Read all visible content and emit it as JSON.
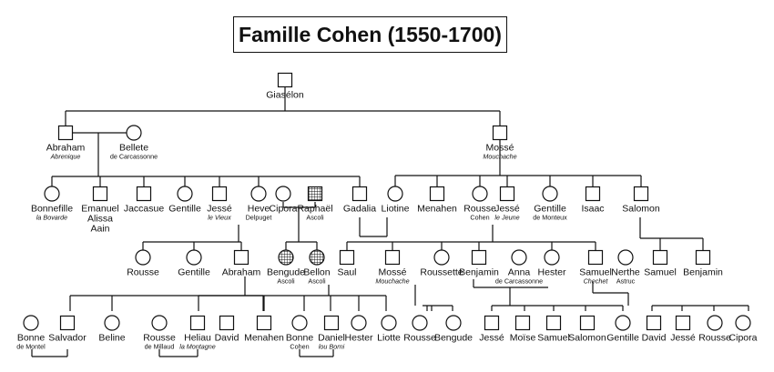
{
  "title": "Famille Cohen (1550-1700)",
  "people": [
    {
      "id": "p1",
      "sex": "m",
      "name": "Giasélon"
    },
    {
      "id": "p2",
      "sex": "m",
      "name": "Abraham",
      "sub": "Abrenique",
      "sub_style": "italic"
    },
    {
      "id": "p3",
      "sex": "f",
      "name": "Bellete",
      "sub": "de Carcassonne",
      "sub_style": "normal"
    },
    {
      "id": "p4",
      "sex": "m",
      "name": "Mossé",
      "sub": "Mouchache",
      "sub_style": "italic"
    },
    {
      "id": "p5",
      "sex": "f",
      "name": "Bonnefille",
      "sub": "la Bovarde",
      "sub_style": "italic"
    },
    {
      "id": "p6",
      "sex": "m",
      "name": "Emanuel",
      "extra": [
        "Alissa",
        "Aain"
      ]
    },
    {
      "id": "p7",
      "sex": "m",
      "name": "Jaccasue"
    },
    {
      "id": "p8",
      "sex": "f",
      "name": "Gentille"
    },
    {
      "id": "p9",
      "sex": "m",
      "name": "Jessé",
      "sub": "le Vieux",
      "sub_style": "italic"
    },
    {
      "id": "p10",
      "sex": "f",
      "name": "Heve",
      "sub": "Delpuget",
      "sub_style": "normal"
    },
    {
      "id": "p11",
      "sex": "f",
      "name": "Cipora"
    },
    {
      "id": "p12",
      "sex": "m",
      "name": "Raphaël",
      "sub": "Ascoli",
      "sub_style": "normal",
      "hatch": true
    },
    {
      "id": "p13",
      "sex": "m",
      "name": "Gadalia"
    },
    {
      "id": "p14",
      "sex": "f",
      "name": "Liotine"
    },
    {
      "id": "p15",
      "sex": "m",
      "name": "Menahen"
    },
    {
      "id": "p16",
      "sex": "f",
      "name": "Rousse",
      "sub": "Cohen",
      "sub_style": "normal"
    },
    {
      "id": "p17",
      "sex": "m",
      "name": "Jessé",
      "sub": "le Jeune",
      "sub_style": "italic"
    },
    {
      "id": "p18",
      "sex": "f",
      "name": "Gentille",
      "sub": "de Monteux",
      "sub_style": "normal"
    },
    {
      "id": "p19",
      "sex": "m",
      "name": "Isaac"
    },
    {
      "id": "p20",
      "sex": "m",
      "name": "Salomon"
    },
    {
      "id": "p21",
      "sex": "f",
      "name": "Rousse"
    },
    {
      "id": "p22",
      "sex": "f",
      "name": "Gentille"
    },
    {
      "id": "p23",
      "sex": "m",
      "name": "Abraham"
    },
    {
      "id": "p24",
      "sex": "f",
      "name": "Bengude",
      "sub": "Ascoli",
      "sub_style": "normal",
      "hatch": true
    },
    {
      "id": "p25",
      "sex": "f",
      "name": "Bellon",
      "sub": "Ascoli",
      "sub_style": "normal",
      "hatch": true
    },
    {
      "id": "p26",
      "sex": "m",
      "name": "Saul"
    },
    {
      "id": "p27",
      "sex": "m",
      "name": "Mossé",
      "sub": "Mouchache",
      "sub_style": "italic"
    },
    {
      "id": "p28",
      "sex": "f",
      "name": "Roussette"
    },
    {
      "id": "p29",
      "sex": "m",
      "name": "Benjamin"
    },
    {
      "id": "p30",
      "sex": "f",
      "name": "Anna",
      "sub": "de Carcassonne",
      "sub_style": "normal"
    },
    {
      "id": "p31",
      "sex": "f",
      "name": "Hester"
    },
    {
      "id": "p32",
      "sex": "m",
      "name": "Samuel",
      "sub": "Chechet",
      "sub_style": "italic"
    },
    {
      "id": "p33",
      "sex": "f",
      "name": "Nerthe",
      "sub": "Astruc",
      "sub_style": "normal"
    },
    {
      "id": "p34",
      "sex": "m",
      "name": "Samuel"
    },
    {
      "id": "p35",
      "sex": "m",
      "name": "Benjamin"
    },
    {
      "id": "p36",
      "sex": "f",
      "name": "Bonne",
      "sub": "de Montel",
      "sub_style": "normal"
    },
    {
      "id": "p37",
      "sex": "m",
      "name": "Salvador"
    },
    {
      "id": "p38",
      "sex": "f",
      "name": "Beline"
    },
    {
      "id": "p39",
      "sex": "f",
      "name": "Rousse",
      "sub": "de Millaud",
      "sub_style": "normal"
    },
    {
      "id": "p40",
      "sex": "m",
      "name": "Heliau",
      "sub": "la Montagne",
      "sub_style": "italic"
    },
    {
      "id": "p41",
      "sex": "m",
      "name": "David"
    },
    {
      "id": "p42",
      "sex": "m",
      "name": "Menahen"
    },
    {
      "id": "p43",
      "sex": "f",
      "name": "Bonne",
      "sub": "Cohen",
      "sub_style": "normal"
    },
    {
      "id": "p44",
      "sex": "m",
      "name": "Daniel",
      "sub": "lou Borni",
      "sub_style": "italic"
    },
    {
      "id": "p45",
      "sex": "f",
      "name": "Hester"
    },
    {
      "id": "p46",
      "sex": "f",
      "name": "Liotte"
    },
    {
      "id": "p47",
      "sex": "f",
      "name": "Rousse"
    },
    {
      "id": "p48",
      "sex": "f",
      "name": "Bengude"
    },
    {
      "id": "p49",
      "sex": "m",
      "name": "Jessé"
    },
    {
      "id": "p50",
      "sex": "m",
      "name": "Moïse"
    },
    {
      "id": "p51",
      "sex": "m",
      "name": "Samuel"
    },
    {
      "id": "p52",
      "sex": "m",
      "name": "Salomon"
    },
    {
      "id": "p53",
      "sex": "f",
      "name": "Gentille"
    },
    {
      "id": "p54",
      "sex": "m",
      "name": "David"
    },
    {
      "id": "p55",
      "sex": "m",
      "name": "Jessé"
    },
    {
      "id": "p56",
      "sex": "f",
      "name": "Rousse"
    },
    {
      "id": "p57",
      "sex": "f",
      "name": "Cipora"
    }
  ]
}
